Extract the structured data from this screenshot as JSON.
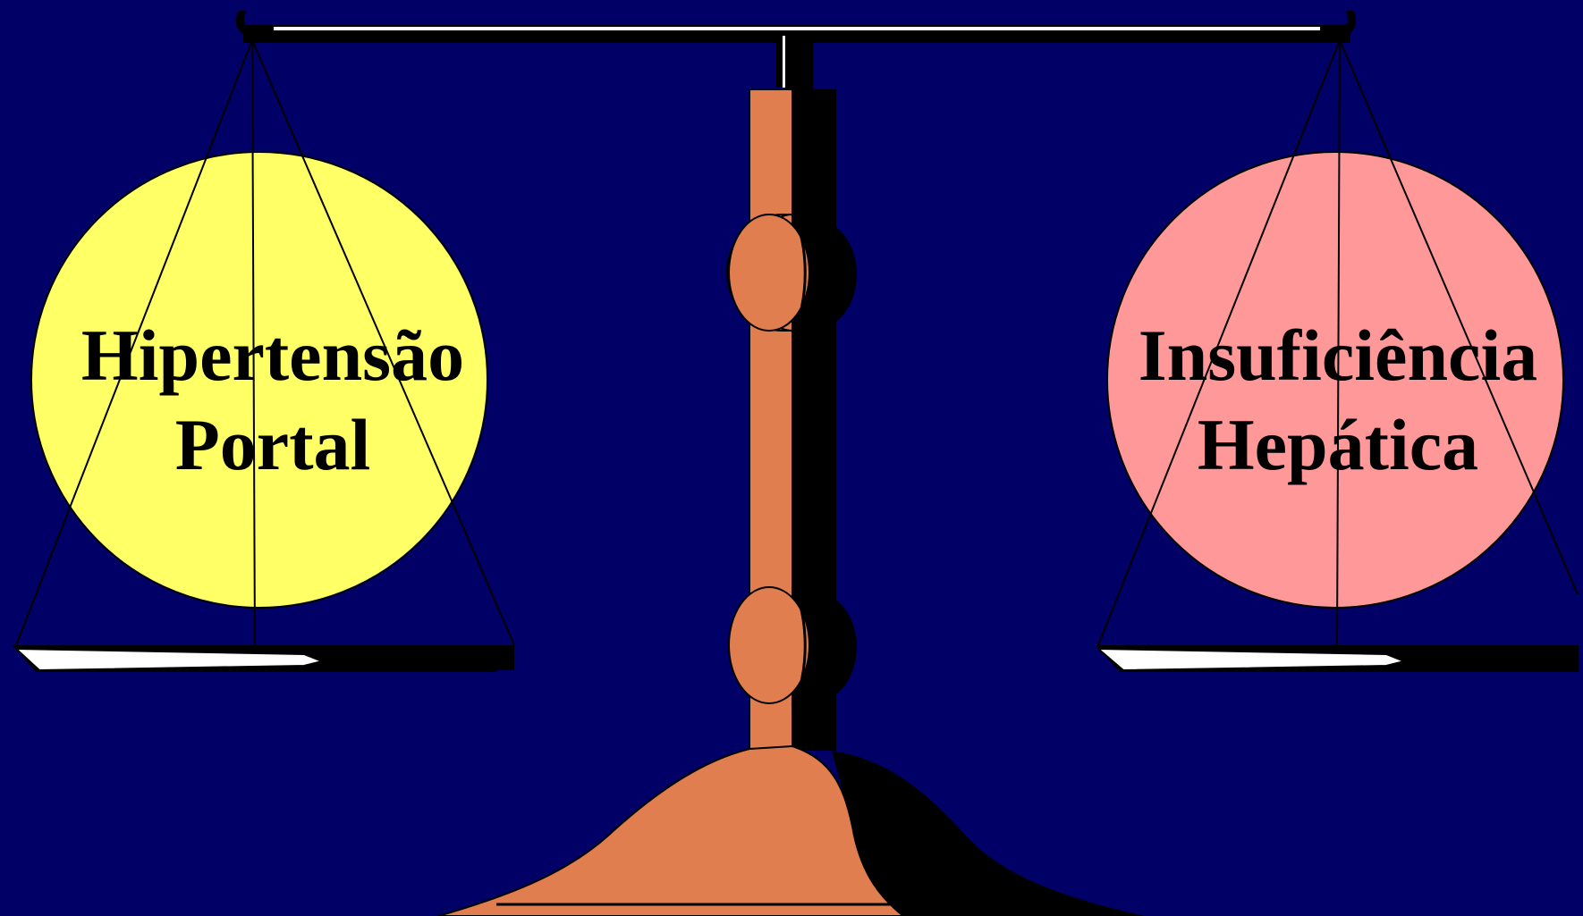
{
  "colors": {
    "background": "#000066",
    "left_ball": "#ffff66",
    "right_ball": "#ff9999",
    "stand": "#e07e4f",
    "shadow": "#000000",
    "pan": "#ffffff",
    "outline": "#000000"
  },
  "left_ball": {
    "line1": "Hipertensão",
    "line2": "Portal"
  },
  "right_ball": {
    "line1": "Insuficiência",
    "line2": "Hepática"
  }
}
